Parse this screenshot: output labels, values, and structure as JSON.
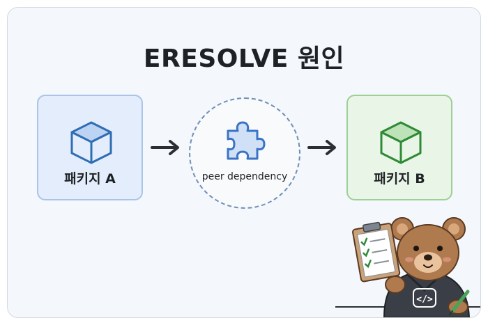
{
  "title": "ERESOLVE 원인",
  "package_a": {
    "label": "패키지 A",
    "icon": "cube-icon",
    "color": "#2f6db4"
  },
  "peer": {
    "label": "peer dependency",
    "icon": "puzzle-icon",
    "color": "#3b74c4"
  },
  "package_b": {
    "label": "패키지 B",
    "icon": "cube-icon",
    "color": "#2f8a36"
  },
  "mascot": {
    "name": "bear",
    "shirt_glyph": "</>"
  }
}
